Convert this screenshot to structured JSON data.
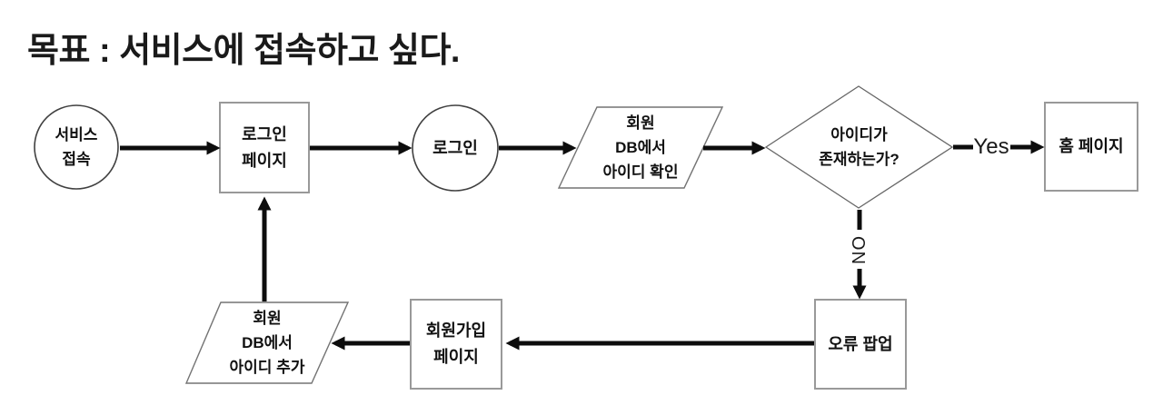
{
  "title": "목표 : 서비스에 접속하고 싶다.",
  "colors": {
    "arrow": "#0d0d0d",
    "rect_border": "#999999",
    "round_border": "#404040",
    "slant_border": "#737373",
    "text": "#111111"
  },
  "flowchart": {
    "nodes": {
      "start": {
        "label": "서비스\n접속",
        "shape": "circle"
      },
      "login_page": {
        "label": "로그인\n페이지",
        "shape": "rectangle"
      },
      "login": {
        "label": "로그인",
        "shape": "circle"
      },
      "check_id": {
        "label": "회원\nDB에서\n아이디 확인",
        "shape": "parallelogram"
      },
      "id_exists": {
        "label": "아이디가\n존재하는가?",
        "shape": "diamond"
      },
      "home_page": {
        "label": "홈 페이지",
        "shape": "rectangle"
      },
      "error_popup": {
        "label": "오류 팝업",
        "shape": "rectangle"
      },
      "signup_page": {
        "label": "회원가입\n페이지",
        "shape": "rectangle"
      },
      "add_id": {
        "label": "회원\nDB에서\n아이디 추가",
        "shape": "parallelogram"
      }
    },
    "edge_labels": {
      "yes": "Yes",
      "no": "NO"
    }
  }
}
